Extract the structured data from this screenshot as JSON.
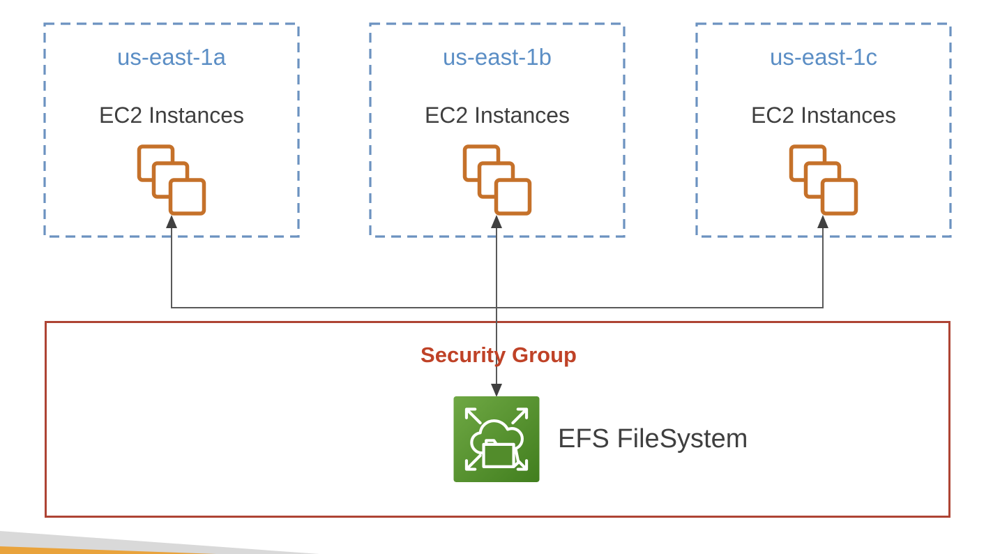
{
  "diagram": {
    "availability_zones": [
      {
        "name": "us-east-1a",
        "instances_label": "EC2 Instances"
      },
      {
        "name": "us-east-1b",
        "instances_label": "EC2 Instances"
      },
      {
        "name": "us-east-1c",
        "instances_label": "EC2 Instances"
      }
    ],
    "security_group": {
      "label": "Security Group"
    },
    "efs": {
      "label": "EFS FileSystem"
    },
    "icons": {
      "ec2": "ec2-instances-icon (three stacked orange squares)",
      "efs": "efs-filesystem-icon (green square, white cloud with folder, four outward corner arrows)"
    },
    "colors": {
      "az_border_blue": "#6C92C0",
      "az_title_blue": "#5B8EC5",
      "ec2_icon_orange": "#C5712A",
      "security_border_red": "#AE4434",
      "security_text_red": "#BF4227",
      "efs_green_light": "#6FA844",
      "efs_green_dark": "#417E1E",
      "connector_gray": "#595959",
      "arrowhead_dark": "#404040",
      "text_dark": "#3F3F3F",
      "decoration_gray": "#D9D9D9",
      "decoration_orange": "#E9A33C"
    }
  }
}
